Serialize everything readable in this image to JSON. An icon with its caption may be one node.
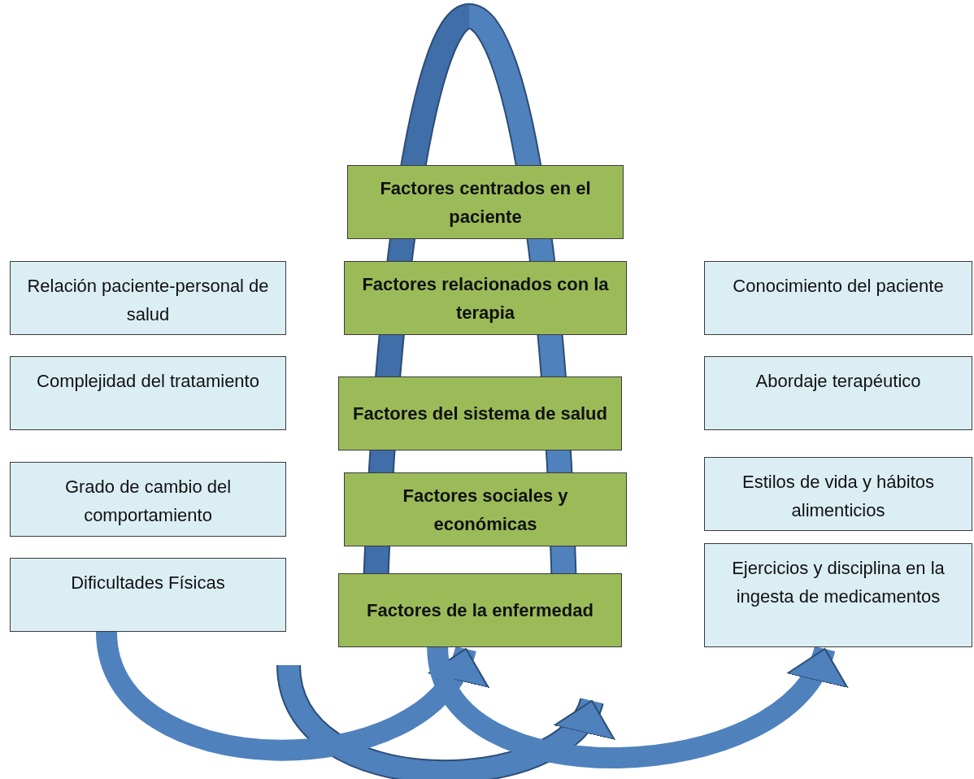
{
  "diagram": {
    "nodes": [
      {
        "text": [
          "Factores centrados en el paciente"
        ]
      },
      {
        "text": [
          "Relación paciente-personal de salud"
        ]
      },
      {
        "text": [
          "Factores relacionados con la terapia"
        ]
      },
      {
        "text": [
          "Conocimiento del paciente"
        ]
      },
      {
        "text": [
          "Complejidad del tratamiento"
        ]
      },
      {
        "text": [
          "Factores del sistema de salud"
        ]
      },
      {
        "text": [
          "Abordaje terapéutico"
        ]
      },
      {
        "text": [
          "Grado de cambio del comportamiento"
        ]
      },
      {
        "text": [
          "Factores sociales y económicas"
        ]
      },
      {
        "text": [
          "Estilos de vida y hábitos alimenticios"
        ]
      },
      {
        "text": [
          "Dificultades Físicas"
        ]
      },
      {
        "text": [
          "Factores de la enfermedad"
        ]
      },
      {
        "text": [
          "Ejercicios y disciplina en la ingesta de medicamentos"
        ]
      }
    ],
    "edges": [
      {
        "from": 10,
        "to": 11,
        "arrow": "to"
      },
      {
        "from": 11,
        "to": 12,
        "arrow": "to"
      }
    ]
  }
}
